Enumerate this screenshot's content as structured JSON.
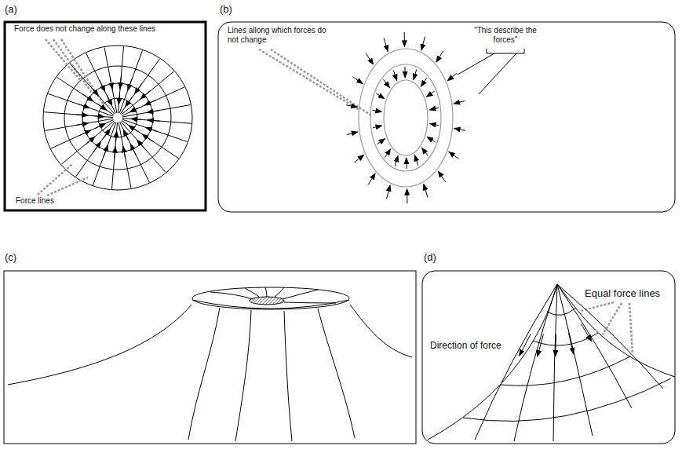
{
  "diagram": {
    "labels": [
      "(a)",
      "Force does not change along these lines",
      "Force lines",
      "(b)",
      "Lines allong which forces do not change",
      "\"This describe the forces\"",
      "(c)",
      "(d)",
      "Equal force lines",
      "Direction of force"
    ]
  }
}
